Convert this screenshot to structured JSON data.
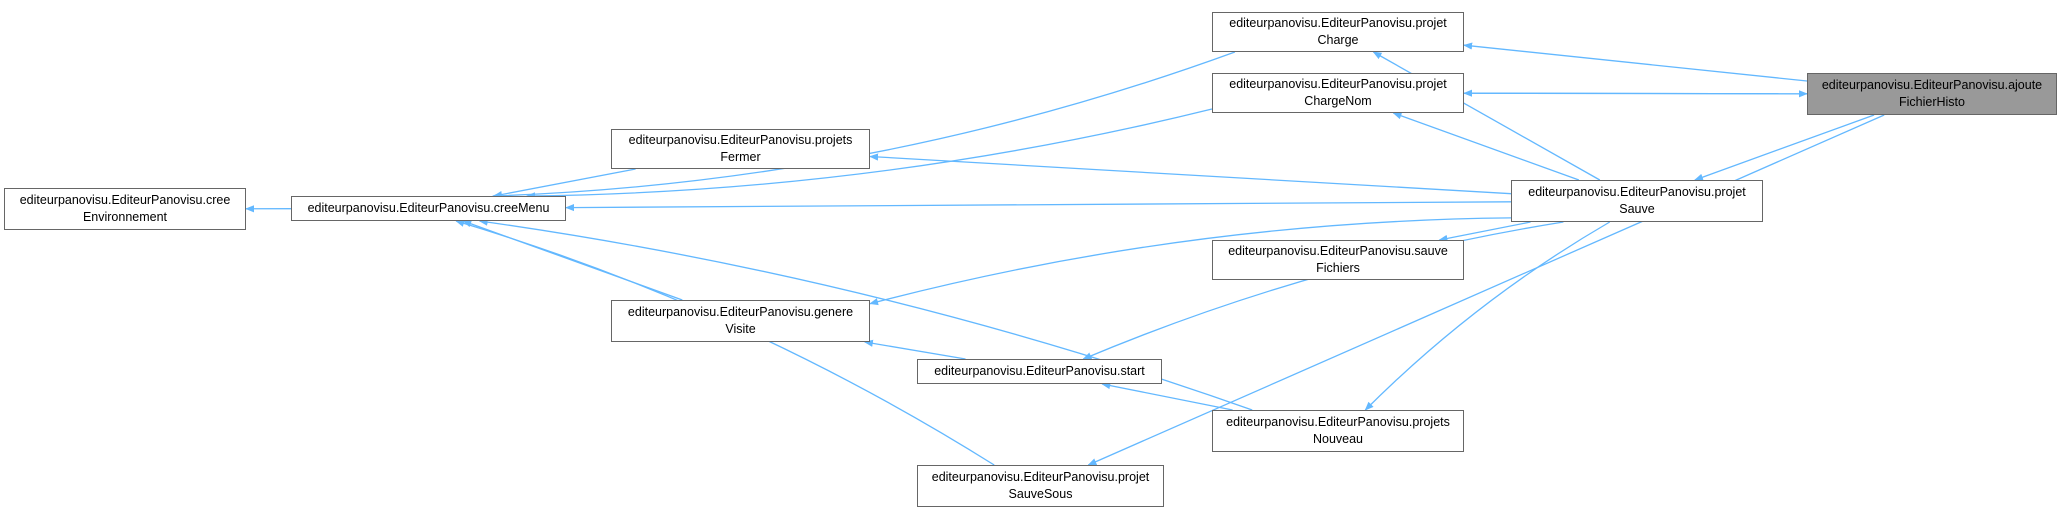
{
  "colors": {
    "edge": "#63b8ff",
    "node_border": "#666666",
    "highlight_fill": "#999999"
  },
  "nodes": {
    "ajoute": {
      "line1": "editeurpanovisu.EditeurPanovisu.ajoute",
      "line2": "FichierHisto"
    },
    "projetCharge": {
      "line1": "editeurpanovisu.EditeurPanovisu.projet",
      "line2": "Charge"
    },
    "projetChargeNom": {
      "line1": "editeurpanovisu.EditeurPanovisu.projet",
      "line2": "ChargeNom"
    },
    "projetSauve": {
      "line1": "editeurpanovisu.EditeurPanovisu.projet",
      "line2": "Sauve"
    },
    "projetSauveSous": {
      "line1": "editeurpanovisu.EditeurPanovisu.projet",
      "line2": "SauveSous"
    },
    "projetsFermer": {
      "line1": "editeurpanovisu.EditeurPanovisu.projets",
      "line2": "Fermer"
    },
    "projetsNouveau": {
      "line1": "editeurpanovisu.EditeurPanovisu.projets",
      "line2": "Nouveau"
    },
    "creeMenu": {
      "line1": "editeurpanovisu.EditeurPanovisu.creeMenu"
    },
    "creeEnv": {
      "line1": "editeurpanovisu.EditeurPanovisu.cree",
      "line2": "Environnement"
    },
    "sauveFichiers": {
      "line1": "editeurpanovisu.EditeurPanovisu.sauve",
      "line2": "Fichiers"
    },
    "genereVisite": {
      "line1": "editeurpanovisu.EditeurPanovisu.genere",
      "line2": "Visite"
    },
    "start": {
      "line1": "editeurpanovisu.EditeurPanovisu.start"
    }
  },
  "edges": [
    {
      "from": "ajoute",
      "to": "projetCharge"
    },
    {
      "from": "ajoute",
      "to": "projetChargeNom"
    },
    {
      "from": "ajoute",
      "to": "projetSauve"
    },
    {
      "from": "ajoute",
      "to": "projetSauveSous"
    },
    {
      "from": "projetChargeNom",
      "to": "ajoute"
    },
    {
      "from": "projetCharge",
      "to": "creeMenu"
    },
    {
      "from": "projetChargeNom",
      "to": "creeMenu"
    },
    {
      "from": "projetSauve",
      "to": "projetCharge"
    },
    {
      "from": "projetSauve",
      "to": "projetChargeNom"
    },
    {
      "from": "projetSauve",
      "to": "projetsFermer"
    },
    {
      "from": "projetSauve",
      "to": "creeMenu"
    },
    {
      "from": "projetSauve",
      "to": "sauveFichiers"
    },
    {
      "from": "projetSauve",
      "to": "genereVisite"
    },
    {
      "from": "projetSauve",
      "to": "start"
    },
    {
      "from": "projetSauve",
      "to": "projetsNouveau"
    },
    {
      "from": "projetsFermer",
      "to": "creeMenu"
    },
    {
      "from": "creeMenu",
      "to": "creeEnv"
    },
    {
      "from": "genereVisite",
      "to": "creeMenu"
    },
    {
      "from": "start",
      "to": "genereVisite"
    },
    {
      "from": "projetsNouveau",
      "to": "creeMenu"
    },
    {
      "from": "projetsNouveau",
      "to": "start"
    },
    {
      "from": "projetSauveSous",
      "to": "creeMenu"
    }
  ]
}
